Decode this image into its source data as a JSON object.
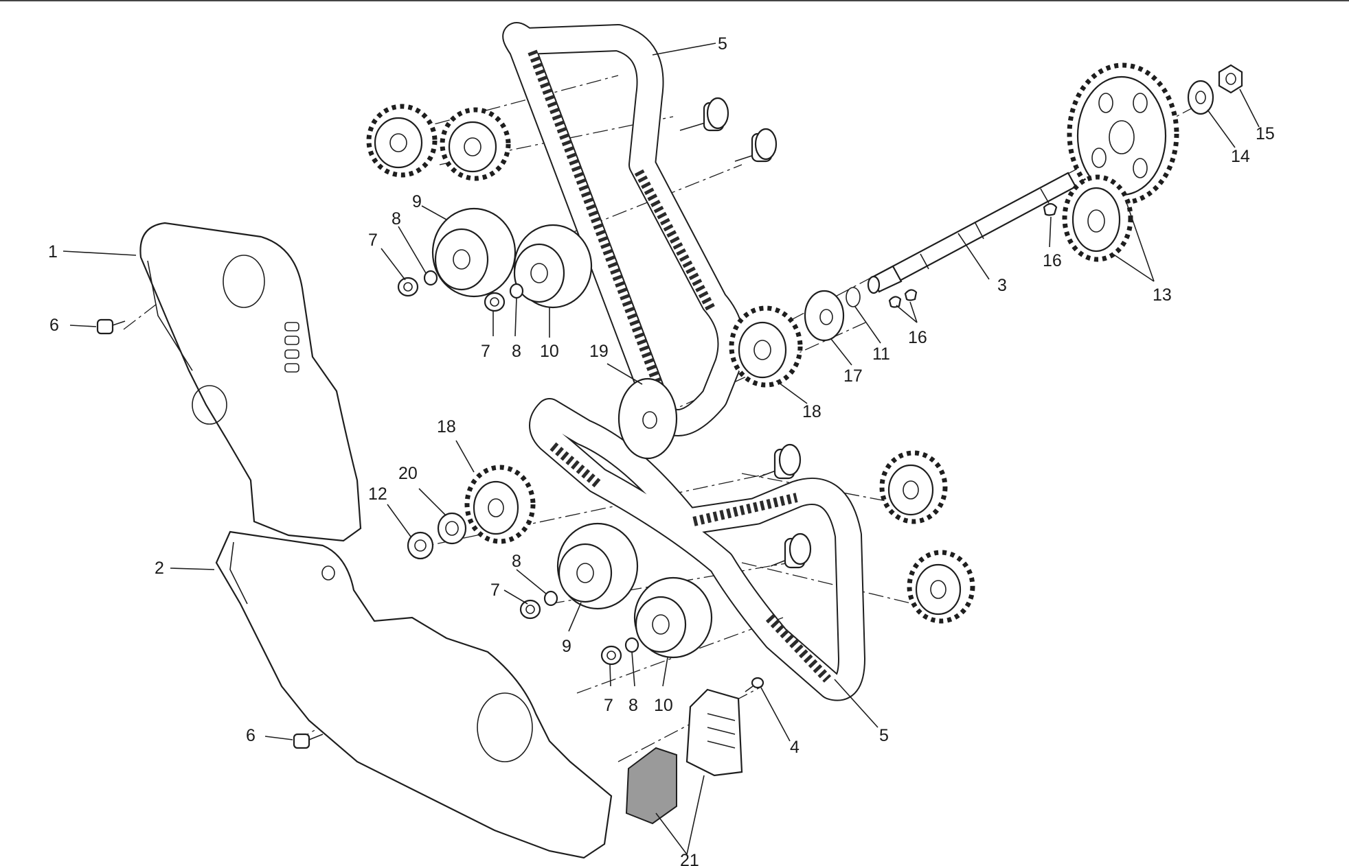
{
  "callouts": [
    {
      "text": "1"
    },
    {
      "text": "2"
    },
    {
      "text": "3"
    },
    {
      "text": "4"
    },
    {
      "text": "5"
    },
    {
      "text": "5"
    },
    {
      "text": "6"
    },
    {
      "text": "6"
    },
    {
      "text": "7"
    },
    {
      "text": "7"
    },
    {
      "text": "7"
    },
    {
      "text": "7"
    },
    {
      "text": "8"
    },
    {
      "text": "8"
    },
    {
      "text": "8"
    },
    {
      "text": "8"
    },
    {
      "text": "9"
    },
    {
      "text": "9"
    },
    {
      "text": "10"
    },
    {
      "text": "10"
    },
    {
      "text": "11"
    },
    {
      "text": "12"
    },
    {
      "text": "13"
    },
    {
      "text": "13"
    },
    {
      "text": "14"
    },
    {
      "text": "15"
    },
    {
      "text": "16"
    },
    {
      "text": "16"
    },
    {
      "text": "17"
    },
    {
      "text": "18"
    },
    {
      "text": "18"
    },
    {
      "text": "19"
    },
    {
      "text": "20"
    },
    {
      "text": "21"
    }
  ]
}
